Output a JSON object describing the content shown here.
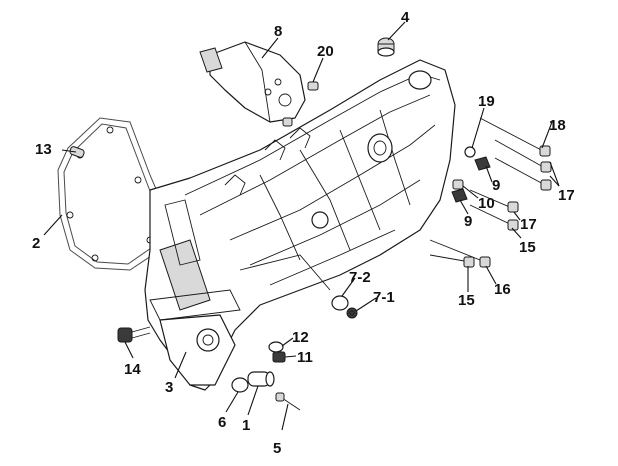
{
  "callouts": {
    "p1": "1",
    "p2": "2",
    "p3": "3",
    "p4": "4",
    "p5": "5",
    "p6": "6",
    "p7_1": "7-1",
    "p7_2": "7-2",
    "p8": "8",
    "p9a": "9",
    "p9b": "9",
    "p10": "10",
    "p11": "11",
    "p12": "12",
    "p13": "13",
    "p14": "14",
    "p15a": "15",
    "p15b": "15",
    "p16": "16",
    "p17a": "17",
    "p17b": "17",
    "p18": "18",
    "p19": "19",
    "p20": "20"
  }
}
